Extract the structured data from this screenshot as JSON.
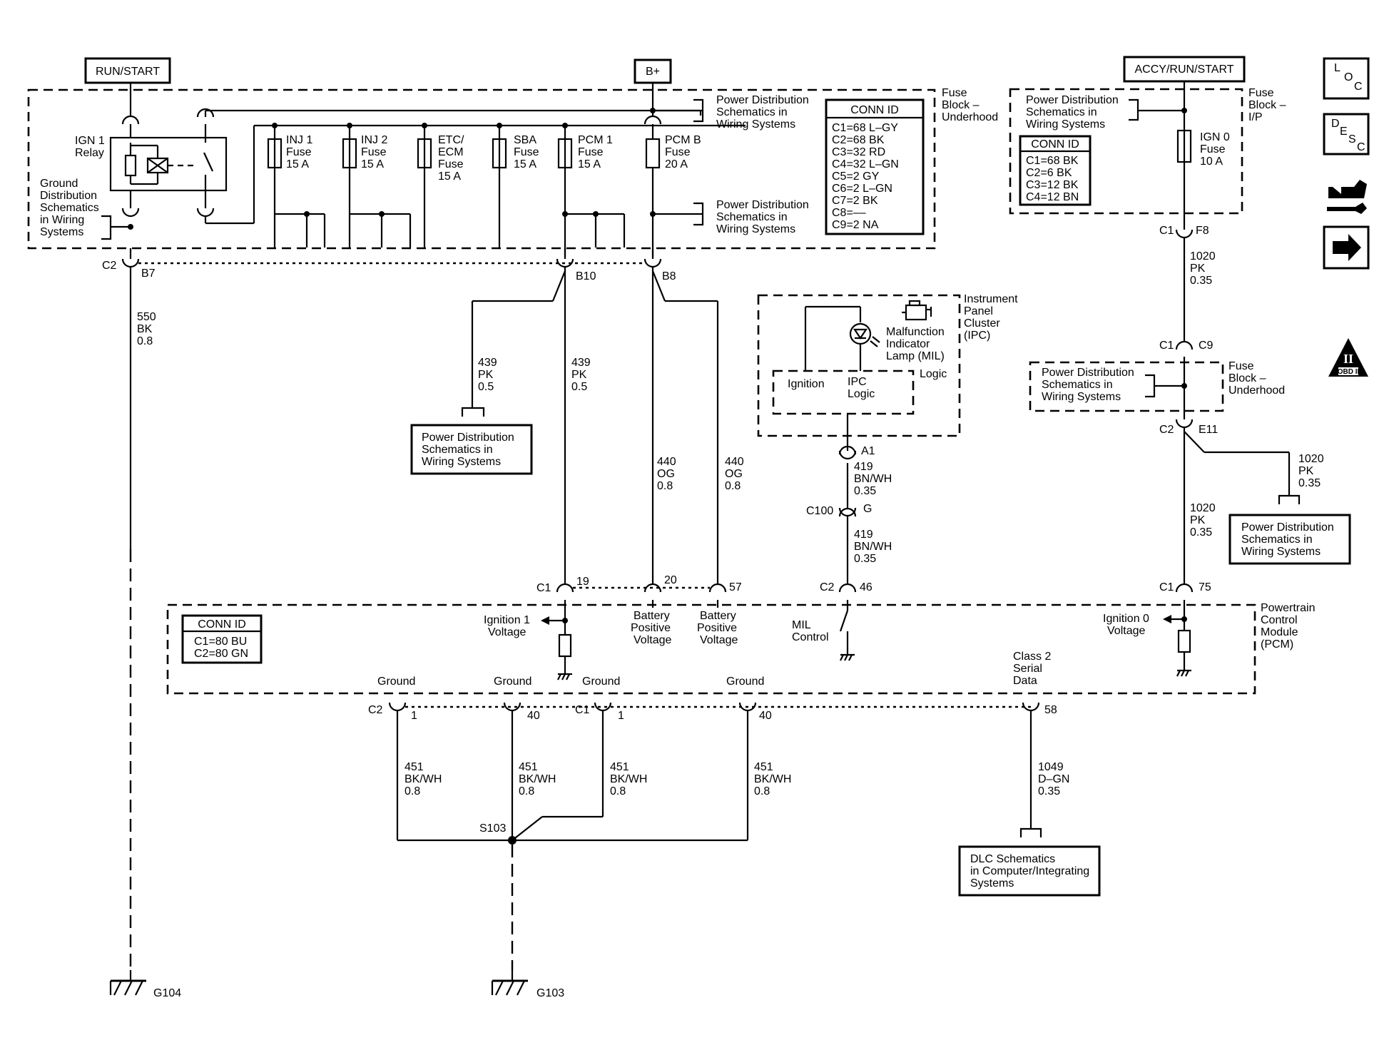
{
  "power_sources": {
    "run_start": "RUN/START",
    "b_plus": "B+",
    "accy_run_start": "ACCY/RUN/START"
  },
  "fuse_block_underhood": {
    "title": [
      "Fuse",
      "Block –",
      "Underhood"
    ],
    "relay": [
      "IGN 1",
      "Relay"
    ],
    "ground_dist": [
      "Ground",
      "Distribution",
      "Schematics",
      "in Wiring",
      "Systems"
    ],
    "power_dist_1": [
      "Power Distribution",
      "Schematics in",
      "Wiring Systems"
    ],
    "power_dist_2": [
      "Power Distribution",
      "Schematics in",
      "Wiring Systems"
    ],
    "fuses": [
      [
        "INJ 1",
        "Fuse",
        "15 A"
      ],
      [
        "INJ 2",
        "Fuse",
        "15 A"
      ],
      [
        "ETC/",
        "ECM",
        "Fuse",
        "15 A"
      ],
      [
        "SBA",
        "Fuse",
        "15 A"
      ],
      [
        "PCM 1",
        "Fuse",
        "15 A"
      ],
      [
        "PCM B",
        "Fuse",
        "20 A"
      ]
    ],
    "conn_id_title": "CONN ID",
    "conn_id": [
      "C1=68 L–GY",
      "C2=68 BK",
      "C3=32 RD",
      "C4=32 L–GN",
      "C5=2 GY",
      "C6=2 L–GN",
      "C7=2 BK",
      "C8=––",
      "C9=2 NA"
    ]
  },
  "fuse_block_ip": {
    "title": [
      "Fuse",
      "Block –",
      "I/P"
    ],
    "power_dist": [
      "Power Distribution",
      "Schematics in",
      "Wiring Systems"
    ],
    "fuse": [
      "IGN 0",
      "Fuse",
      "10 A"
    ],
    "conn_id_title": "CONN ID",
    "conn_id": [
      "C1=68 BK",
      "C2=6 BK",
      "C3=12 BK",
      "C4=12 BN"
    ]
  },
  "fuse_block_underhood_2": {
    "title": [
      "Fuse",
      "Block –",
      "Underhood"
    ],
    "power_dist": [
      "Power Distribution",
      "Schematics in",
      "Wiring Systems"
    ]
  },
  "connectors": {
    "c2_b7": [
      "C2",
      "B7"
    ],
    "b10": "B10",
    "b8": "B8",
    "c1_f8": [
      "C1",
      "F8"
    ],
    "c1_c9": [
      "C1",
      "C9"
    ],
    "c2_e11": [
      "C2",
      "E11"
    ],
    "a1": "A1",
    "c100_g": [
      "C100",
      "G"
    ],
    "c2_46": [
      "C2",
      "46"
    ],
    "c1_19": [
      "C1",
      "19"
    ],
    "pin_20": "20",
    "pin_57": "57",
    "c1_75": [
      "C1",
      "75"
    ],
    "c2_1": [
      "C2",
      "1"
    ],
    "pin_40a": "40",
    "c1_1": [
      "C1",
      "1"
    ],
    "pin_40b": "40",
    "pin_58": "58"
  },
  "wires": {
    "w550": [
      "550",
      "BK",
      "0.8"
    ],
    "w439a": [
      "439",
      "PK",
      "0.5"
    ],
    "w439b": [
      "439",
      "PK",
      "0.5"
    ],
    "w440a": [
      "440",
      "OG",
      "0.8"
    ],
    "w440b": [
      "440",
      "OG",
      "0.8"
    ],
    "w1020a": [
      "1020",
      "PK",
      "0.35"
    ],
    "w1020b": [
      "1020",
      "PK",
      "0.35"
    ],
    "w1020c": [
      "1020",
      "PK",
      "0.35"
    ],
    "w419a": [
      "419",
      "BN/WH",
      "0.35"
    ],
    "w419b": [
      "419",
      "BN/WH",
      "0.35"
    ],
    "w451a": [
      "451",
      "BK/WH",
      "0.8"
    ],
    "w451b": [
      "451",
      "BK/WH",
      "0.8"
    ],
    "w451c": [
      "451",
      "BK/WH",
      "0.8"
    ],
    "w451d": [
      "451",
      "BK/WH",
      "0.8"
    ],
    "w1049": [
      "1049",
      "D–GN",
      "0.35"
    ]
  },
  "ipc": {
    "title": [
      "Instrument",
      "Panel",
      "Cluster",
      "(IPC)"
    ],
    "mil": [
      "Malfunction",
      "Indicator",
      "Lamp (MIL)"
    ],
    "logic": "Logic",
    "ignition": "Ignition",
    "ipc_logic": [
      "IPC",
      "Logic"
    ]
  },
  "pcm": {
    "title": [
      "Powertrain",
      "Control",
      "Module",
      "(PCM)"
    ],
    "conn_id_title": "CONN ID",
    "conn_id": [
      "C1=80 BU",
      "C2=80 GN"
    ],
    "ign1_voltage": [
      "Ignition 1",
      "Voltage"
    ],
    "batt_pos_1": [
      "Battery",
      "Positive",
      "Voltage"
    ],
    "batt_pos_2": [
      "Battery",
      "Positive",
      "Voltage"
    ],
    "mil_control": [
      "MIL",
      "Control"
    ],
    "ign0_voltage": [
      "Ignition 0",
      "Voltage"
    ],
    "class2": [
      "Class 2",
      "Serial",
      "Data"
    ],
    "grounds": [
      "Ground",
      "Ground",
      "Ground",
      "Ground"
    ]
  },
  "boxes": {
    "pd_439": [
      "Power Distribution",
      "Schematics in",
      "Wiring Systems"
    ],
    "pd_1020": [
      "Power Distribution",
      "Schematics in",
      "Wiring Systems"
    ],
    "dlc": [
      "DLC Schematics",
      "in Computer/Integrating",
      "Systems"
    ]
  },
  "splice": "S103",
  "grounds": {
    "g104": "G104",
    "g103": "G103"
  },
  "side_icons": {
    "loc": [
      "L",
      "O",
      "C"
    ],
    "desc": [
      "D",
      "E",
      "S",
      "C"
    ],
    "obd": [
      "II",
      "OBD II"
    ],
    "icons": [
      "loc-icon",
      "desc-icon",
      "connector-wrench-icon",
      "next-arrow-icon",
      "obd-ii-icon"
    ]
  }
}
